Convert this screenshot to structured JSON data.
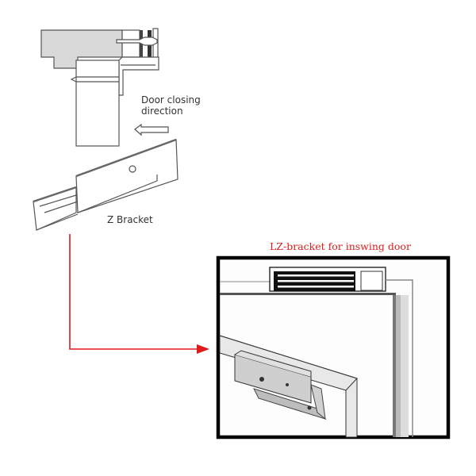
{
  "diagram": {
    "top_figure": {
      "direction_label_line1": "Door closing",
      "direction_label_line2": "direction",
      "bracket_label": "Z Bracket"
    },
    "photo_panel": {
      "caption": "LZ-bracket for inswing door"
    },
    "connector": {
      "color": "#e01b1b"
    },
    "colors": {
      "frame_fill": "#d9d9d9",
      "line": "#555555",
      "panel_border": "#000000",
      "caption": "#d81e1e"
    }
  }
}
